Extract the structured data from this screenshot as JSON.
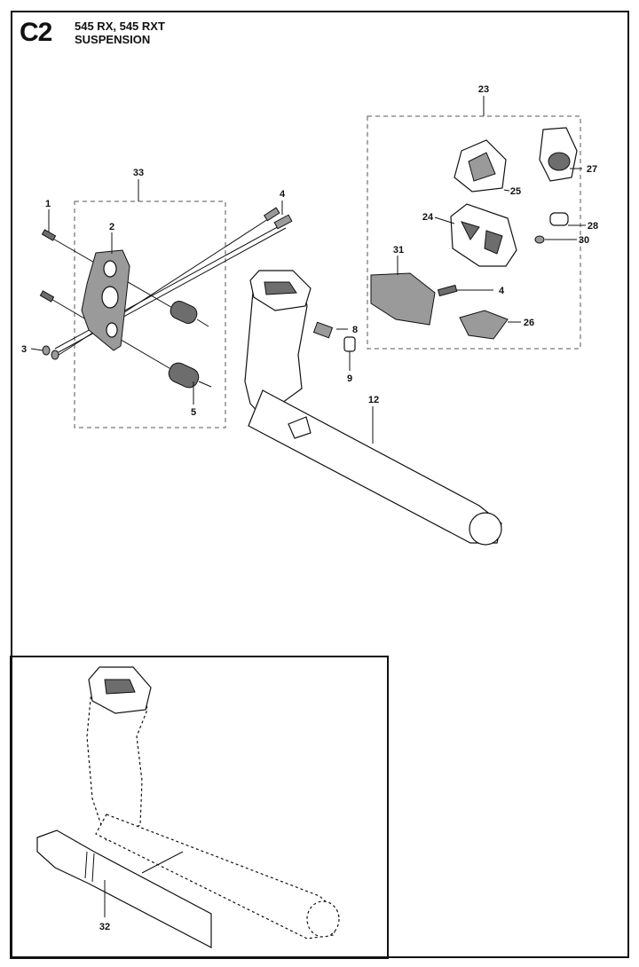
{
  "header": {
    "page_code": "C2",
    "model": "545 RX, 545 RXT",
    "section": "SUSPENSION"
  },
  "parts": {
    "p1": "1",
    "p2": "2",
    "p3": "3",
    "p4a": "4",
    "p4b": "4",
    "p5": "5",
    "p8": "8",
    "p9": "9",
    "p12": "12",
    "p23": "23",
    "p24": "24",
    "p25": "25",
    "p26": "26",
    "p27": "27",
    "p28": "28",
    "p30": "30",
    "p31": "31",
    "p32": "32",
    "p33": "33"
  }
}
